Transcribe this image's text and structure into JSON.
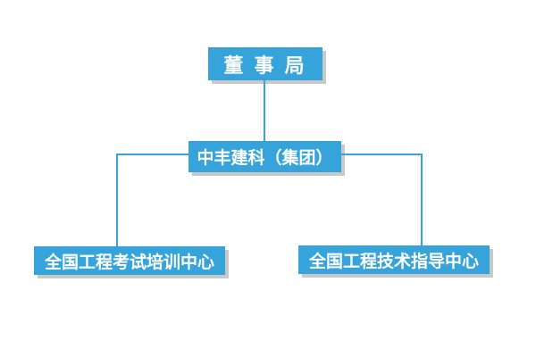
{
  "colors": {
    "node_fill": "#36A3DB",
    "node_text": "#FFFFFF",
    "connector": "#36A3DB",
    "shadow": "#C9C9C9",
    "background": "#FFFFFF"
  },
  "nodes": {
    "board": {
      "label": "董 事 局"
    },
    "group": {
      "label": "中丰建科（集团）"
    },
    "training_center": {
      "label": "全国工程考试培训中心"
    },
    "guidance_center": {
      "label": "全国工程技术指导中心"
    }
  },
  "edges": [
    {
      "from": "board",
      "to": "group"
    },
    {
      "from": "group",
      "to": "training_center"
    },
    {
      "from": "group",
      "to": "guidance_center"
    }
  ]
}
